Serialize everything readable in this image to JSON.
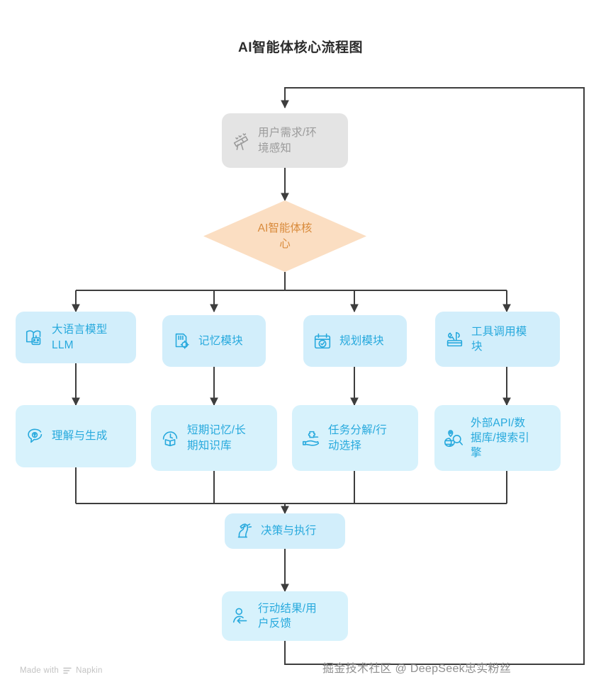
{
  "title": "AI智能体核心流程图",
  "colors": {
    "cyan_bg": "#d2eefb",
    "cyan_bg_alt": "#d7f2fc",
    "cyan_text": "#27a9dd",
    "gray_bg": "#e4e4e4",
    "gray_text": "#9b9b9b",
    "diamond_bg": "#fbdec2",
    "diamond_text": "#d98b3c",
    "wire": "#3d3d3d",
    "page_bg": "#ffffff"
  },
  "nodes": {
    "start": {
      "label": "用户需求/环\n境感知",
      "icon": "telescope-icon"
    },
    "core": {
      "label": "AI智能体核\n心",
      "icon": "none"
    },
    "llm": {
      "label": "大语言模型\nLLM",
      "icon": "book-robot-icon"
    },
    "memory": {
      "label": "记忆模块",
      "icon": "memory-card-gear-icon"
    },
    "planning": {
      "label": "规划模块",
      "icon": "calendar-check-icon"
    },
    "tools": {
      "label": "工具调用模\n块",
      "icon": "toolbox-icon"
    },
    "llm_detail": {
      "label": "理解与生成",
      "icon": "speech-bubbles-icon"
    },
    "memory_detail": {
      "label": "短期记忆/长\n期知识库",
      "icon": "clock-book-icon"
    },
    "planning_detail": {
      "label": "任务分解/行\n动选择",
      "icon": "puzzle-hand-icon"
    },
    "tools_detail": {
      "label": "外部API/数\n据库/搜索引\n擎",
      "icon": "globe-search-icon"
    },
    "execute": {
      "label": "决策与执行",
      "icon": "chess-knight-icon"
    },
    "feedback": {
      "label": "行动结果/用\n户反馈",
      "icon": "person-return-icon"
    }
  },
  "footer": {
    "watermark": "掘金技术社区 @ DeepSeek忠实粉丝",
    "brand_prefix": "Made with",
    "brand_name": "Napkin",
    "brand_icon": "napkin-logo-icon"
  }
}
